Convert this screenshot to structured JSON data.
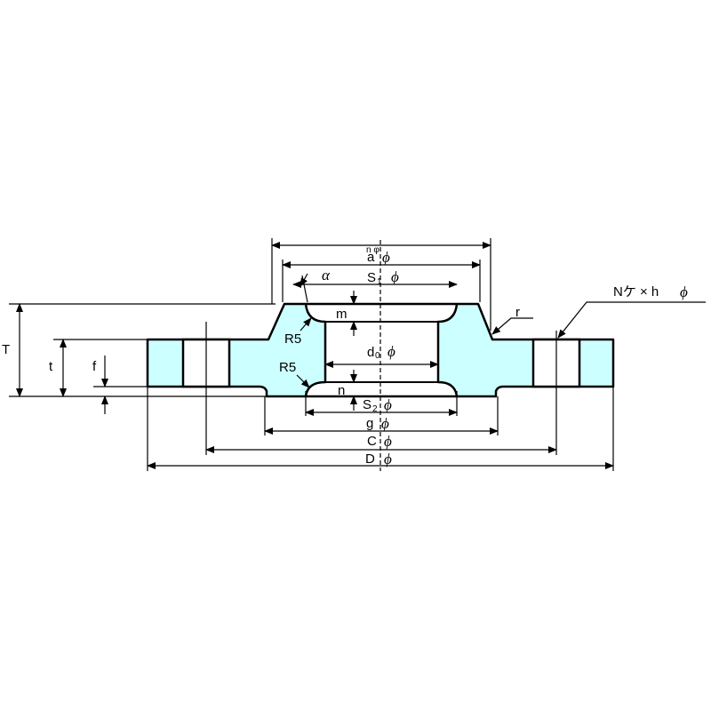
{
  "diagram": {
    "colors": {
      "fill": "#ccffff",
      "stroke": "#000000",
      "background": "#ffffff"
    },
    "labels": {
      "n_phi": "n φ",
      "a_phi": "a",
      "s1_phi": "S",
      "s1_sub": "1",
      "alpha": "α",
      "m": "m",
      "r_label": "r",
      "n_holes": "Nケ × h",
      "T": "T",
      "t": "t",
      "f": "f",
      "r5_top": "R5",
      "r5_bottom": "R5",
      "d0_phi": "d",
      "d0_sub": "0",
      "n": "n",
      "s2_phi": "S",
      "s2_sub": "2",
      "g_phi": "g",
      "c_phi": "C",
      "d_phi": "D",
      "phi": "ϕ"
    }
  }
}
